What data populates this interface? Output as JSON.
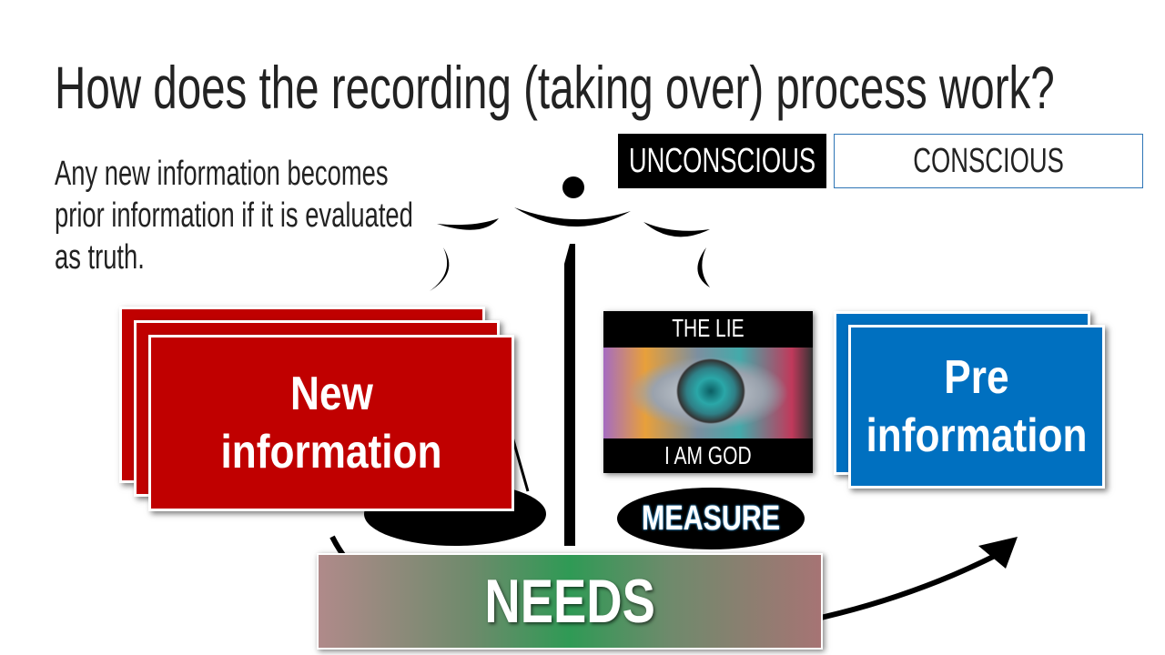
{
  "title": "How does the recording (taking over) process work?",
  "subtitle": "Any new information becomes prior information if it is evaluated as truth.",
  "labels": {
    "unconscious": "UNCONSCIOUS",
    "conscious": "CONSCIOUS"
  },
  "new_card": {
    "line1": "New",
    "line2": "information"
  },
  "pre_card": {
    "line1": "Pre",
    "line2": "information"
  },
  "lie_image": {
    "top": "THE LIE",
    "bottom": "I AM GOD"
  },
  "measure": "MEASURE",
  "needs": "NEEDS",
  "colors": {
    "red": "#c00000",
    "blue": "#0070c0",
    "accent_border": "#2e75b6"
  }
}
